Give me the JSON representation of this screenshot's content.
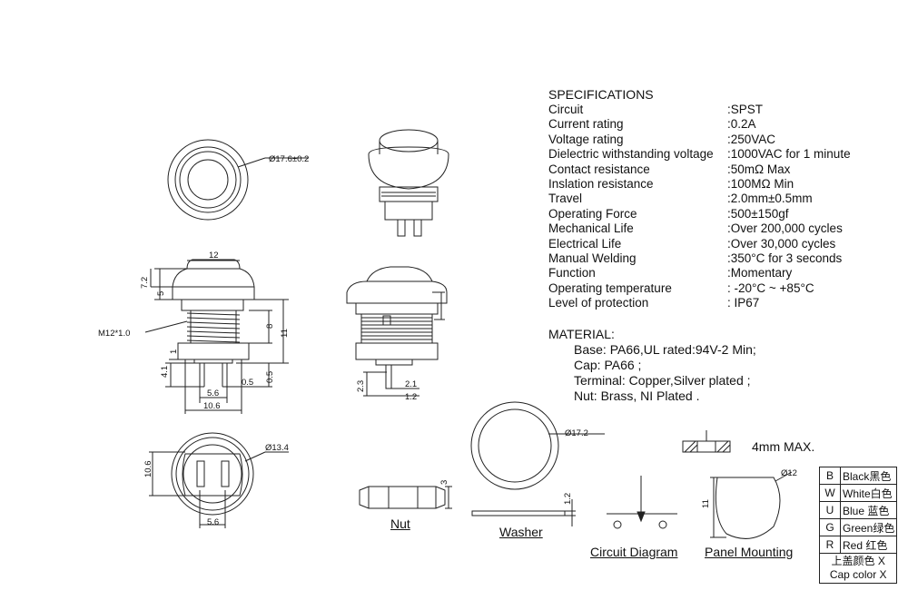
{
  "specifications": {
    "title": "SPECIFICATIONS",
    "rows": [
      {
        "label": "Circuit",
        "value": ":SPST"
      },
      {
        "label": "Current rating",
        "value": ":0.2A"
      },
      {
        "label": "Voltage rating",
        "value": ":250VAC"
      },
      {
        "label": "Dielectric withstanding voltage",
        "value": ":1000VAC for 1 minute"
      },
      {
        "label": "Contact resistance",
        "value": ":50mΩ  Max"
      },
      {
        "label": "Inslation resistance",
        "value": ":100MΩ Min"
      },
      {
        "label": "Travel",
        "value": ":2.0mm±0.5mm"
      },
      {
        "label": "Operating Force",
        "value": ":500±150gf"
      },
      {
        "label": "Mechanical Life",
        "value": ":Over 200,000 cycles"
      },
      {
        "label": "Electrical Life",
        "value": ":Over 30,000 cycles"
      },
      {
        "label": "Manual Welding",
        "value": ":350°C for 3 seconds"
      },
      {
        "label": "Function",
        "value": ":Momentary"
      },
      {
        "label": "Operating temperature",
        "value": ": -20°C ~ +85°C"
      },
      {
        "label": "Level of protection",
        "value": ": IP67"
      }
    ]
  },
  "material": {
    "title": "MATERIAL:",
    "rows": [
      "Base: PA66,UL rated:94V-2 Min;",
      "Cap: PA66 ;",
      "Terminal: Copper,Silver plated ;",
      "Nut: Brass, NI Plated ."
    ]
  },
  "captions": {
    "nut": "Nut",
    "washer": "Washer",
    "circuit": "Circuit Diagram",
    "panel": "Panel Mounting"
  },
  "notes": {
    "max_thickness": "4mm MAX."
  },
  "dimensions": {
    "top_dia": "Ø17.6±0.2",
    "width_12": "12",
    "h_7_2": "7.2",
    "h_5": "5",
    "thread": "M12*1.0",
    "h_8": "8",
    "h_11": "11",
    "h_1": "1",
    "h_4_1": "4.1",
    "h_0_5": "0.5",
    "h_0_5b": "0.5",
    "w_5_6": "5.6",
    "w_10_6": "10.6",
    "h_2_3": "2.3",
    "w_2_1": "2.1",
    "w_1_2": "1.2",
    "bottom_dia": "Ø13.4",
    "bottom_h_10_6": "10.6",
    "bottom_w_5_6": "5.6",
    "nut_h_3": "3",
    "washer_dia": "Ø17.2",
    "washer_h_1_2": "1.2",
    "panel_dia": "Ø12",
    "panel_h_11": "11"
  },
  "cap_colors": {
    "rows": [
      {
        "code": "B",
        "name": "Black黑色"
      },
      {
        "code": "W",
        "name": "White白色"
      },
      {
        "code": "U",
        "name": "Blue  蓝色"
      },
      {
        "code": "G",
        "name": "Green绿色"
      },
      {
        "code": "R",
        "name": "Red  红色"
      }
    ],
    "footer_cn": "上盖颜色  X",
    "footer_en": "Cap color X"
  }
}
